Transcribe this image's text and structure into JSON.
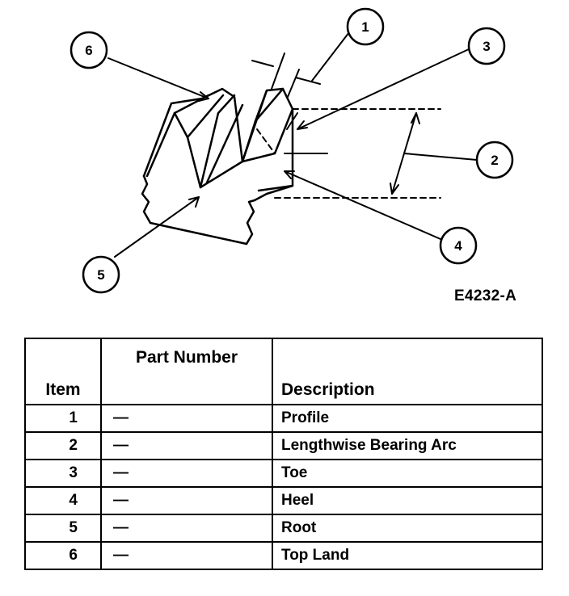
{
  "figure": {
    "id": "E4232-A",
    "callouts": [
      "1",
      "2",
      "3",
      "4",
      "5",
      "6"
    ]
  },
  "table": {
    "headers": {
      "item": "Item",
      "part_number": "Part Number",
      "description": "Description"
    },
    "rows": [
      {
        "item": "1",
        "part_number": "—",
        "description": "Profile"
      },
      {
        "item": "2",
        "part_number": "—",
        "description": "Lengthwise Bearing Arc"
      },
      {
        "item": "3",
        "part_number": "—",
        "description": "Toe"
      },
      {
        "item": "4",
        "part_number": "—",
        "description": "Heel"
      },
      {
        "item": "5",
        "part_number": "—",
        "description": "Root"
      },
      {
        "item": "6",
        "part_number": "—",
        "description": "Top Land"
      }
    ]
  }
}
